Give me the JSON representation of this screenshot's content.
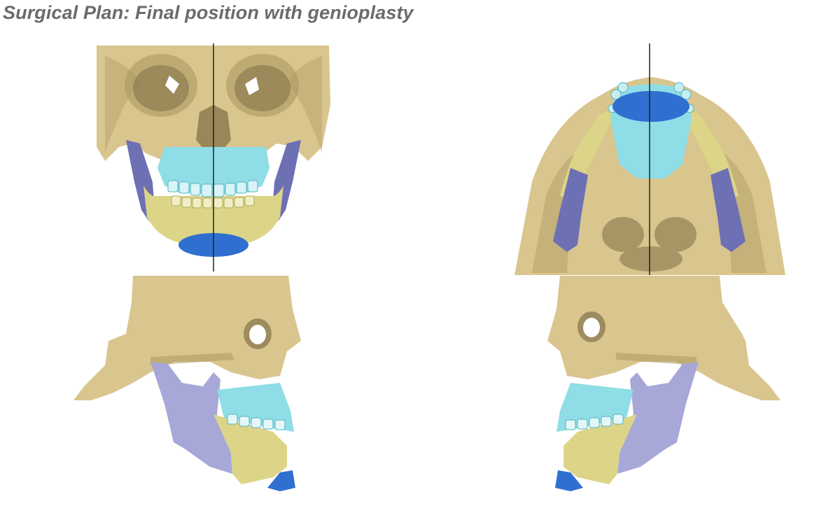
{
  "title": "Surgical Plan: Final position with genioplasty",
  "colors": {
    "skull": "#d9c58e",
    "skull_dark": "#a8935c",
    "maxilla": "#8fdde6",
    "mandible": "#dcd587",
    "ramus": "#a7a8d8",
    "ramus_dark": "#6e70b4",
    "chin": "#2f6fd0",
    "midline": "#222222"
  },
  "views": [
    {
      "id": "frontal",
      "icon": "frontal-skull-view"
    },
    {
      "id": "submental",
      "icon": "submental-skull-view"
    },
    {
      "id": "right-lateral",
      "icon": "right-lateral-skull-view"
    },
    {
      "id": "left-lateral",
      "icon": "left-lateral-skull-view"
    }
  ]
}
